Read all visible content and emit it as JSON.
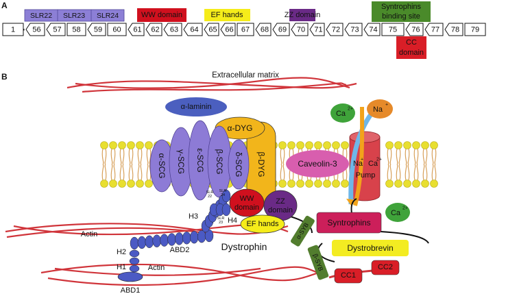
{
  "panel_a": {
    "label": "A",
    "exons": [
      "1",
      "56",
      "57",
      "58",
      "59",
      "60",
      "61",
      "62",
      "63",
      "64",
      "65",
      "66",
      "67",
      "68",
      "69",
      "70",
      "71",
      "72",
      "73",
      "74",
      "75",
      "76",
      "77",
      "78",
      "79"
    ],
    "domains": {
      "slr22": "SLR22",
      "slr23": "SLR23",
      "slr24": "SLR24",
      "ww": "WW domain",
      "ef": "EF hands",
      "zz": "ZZ domain",
      "syn1": "Syntrophins",
      "syn2": "binding site",
      "cc1": "CC",
      "cc2": "domain"
    }
  },
  "panel_b": {
    "label": "B",
    "ecm": "Extracellular matrix",
    "laminin": "α-laminin",
    "adyg": "α-DYG",
    "bdyg": "β-DYG",
    "sgc": [
      "α-SCG",
      "γ-SCG",
      "ε-SCG",
      "β-SCG",
      "δ-SCG"
    ],
    "caveolin": "Caveolin-3",
    "ca": "Ca",
    "na": "Na",
    "pump_na": "Na",
    "pump_ca": "Ca",
    "pump": "Pump",
    "ww1": "WW",
    "ww2": "domain",
    "zz1": "ZZ",
    "zz2": "domain",
    "ef": "EF hands",
    "dystrophin": "Dystrophin",
    "syntrophins": "Syntrophins",
    "dystrobrevin": "Dystrobrevin",
    "asyb": "α-SYB",
    "bsyb": "β-SYB",
    "cc1": "CC1",
    "cc2": "CC2",
    "actin1": "Actin",
    "actin2": "Actin",
    "abd1": "ABD1",
    "abd2": "ABD2",
    "h1": "H1",
    "h2": "H2",
    "h3": "H3",
    "h4": "H4",
    "slr": "SLR",
    "slr22": "22",
    "slr23": "23",
    "slr24": "24",
    "sup2": "2+",
    "supplus": "+"
  },
  "colors": {
    "slr": "#8c7fd6",
    "ww": "#d0101e",
    "ef": "#f5ec1a",
    "zz": "#6a2a86",
    "syntrophin_site": "#4a8a2a",
    "cc": "#d91e27",
    "actin": "#d0343a",
    "membrane": "#e8df30",
    "sgc": "#8d7bd6",
    "dyg": "#f2b51b",
    "laminin": "#4b5fbf",
    "caveolin": "#d85eae",
    "calcium": "#3fa33a",
    "sodium": "#e68a2a",
    "pump": "#d8424b",
    "syntrophins": "#cc1f5a",
    "dystrobrevin": "#f3ec22",
    "syb": "#527d2e",
    "spectrin": "#4b5ac4"
  }
}
